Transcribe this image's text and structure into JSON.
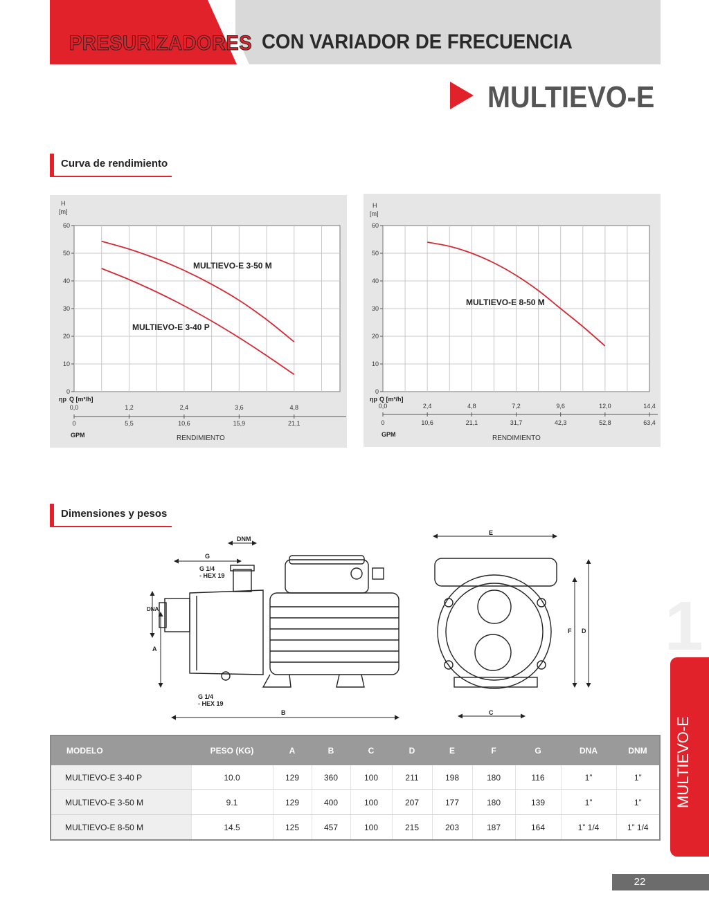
{
  "header": {
    "category": "PRESURIZADORES",
    "subtitle": "CON VARIADOR DE FRECUENCIA",
    "product": "MULTIEVO-E"
  },
  "sections": {
    "curve": "Curva de rendimiento",
    "dims": "Dimensiones y pesos"
  },
  "chart_data": [
    {
      "type": "line",
      "ylabel_line1": "H",
      "ylabel_line2": "[m]",
      "ylim": [
        0,
        60
      ],
      "yticks": [
        "60",
        "50",
        "40",
        "30",
        "20",
        "10",
        "0"
      ],
      "x_prefix": "ηp",
      "xlabel": "Q [m³/h]",
      "xlim": [
        0,
        5.8
      ],
      "xticks": [
        "0,0",
        "1,2",
        "2,4",
        "3,6",
        "4,8"
      ],
      "gpm_label": "GPM",
      "gpm_ticks": [
        "0",
        "5,5",
        "10,6",
        "15,9",
        "21,1"
      ],
      "footer": "RENDIMIENTO",
      "grid": true,
      "series": [
        {
          "name": "MULTIEVO-E 3-50 M",
          "x": [
            0.6,
            1.2,
            1.8,
            2.4,
            3.0,
            3.6,
            4.2,
            4.8
          ],
          "y": [
            54.3,
            51.5,
            48.0,
            43.8,
            38.8,
            33.0,
            26.0,
            18.0
          ]
        },
        {
          "name": "MULTIEVO-E 3-40 P",
          "x": [
            0.6,
            1.2,
            1.8,
            2.4,
            3.0,
            3.6,
            4.2,
            4.8
          ],
          "y": [
            44.5,
            40.5,
            36.0,
            31.0,
            25.5,
            19.5,
            13.0,
            6.2
          ]
        }
      ]
    },
    {
      "type": "line",
      "ylabel_line1": "H",
      "ylabel_line2": "[m]",
      "ylim": [
        0,
        60
      ],
      "yticks": [
        "60",
        "50",
        "40",
        "30",
        "20",
        "10",
        "0"
      ],
      "x_prefix": "ηp",
      "xlabel": "Q [m³/h]",
      "xlim": [
        0,
        14.4
      ],
      "xticks": [
        "0,0",
        "2,4",
        "4,8",
        "7,2",
        "9,6",
        "12,0",
        "14,4"
      ],
      "gpm_label": "GPM",
      "gpm_ticks": [
        "0",
        "10,6",
        "21,1",
        "31,7",
        "42,3",
        "52,8",
        "63,4"
      ],
      "footer": "RENDIMIENTO",
      "grid": true,
      "series": [
        {
          "name": "MULTIEVO-E 8-50 M",
          "x": [
            2.4,
            3.6,
            4.8,
            6.0,
            7.2,
            8.4,
            9.6,
            10.8,
            12.0
          ],
          "y": [
            54.0,
            52.5,
            50.0,
            46.5,
            42.0,
            36.5,
            30.0,
            23.5,
            16.5
          ]
        }
      ]
    }
  ],
  "diagram": {
    "dnm": "DNM",
    "dna": "DNA",
    "g": "G",
    "g14_top_1": "G 1/4",
    "g14_top_2": "- HEX 19",
    "g14_bot_1": "G 1/4",
    "g14_bot_2": "- HEX 19",
    "a": "A",
    "b": "B",
    "c": "C",
    "d": "D",
    "e": "E",
    "f": "F"
  },
  "table": {
    "headers": [
      "MODELO",
      "PESO (KG)",
      "A",
      "B",
      "C",
      "D",
      "E",
      "F",
      "G",
      "DNA",
      "DNM"
    ],
    "rows": [
      [
        "MULTIEVO-E 3-40 P",
        "10.0",
        "129",
        "360",
        "100",
        "211",
        "198",
        "180",
        "116",
        "1”",
        "1”"
      ],
      [
        "MULTIEVO-E 3-50 M",
        "9.1",
        "129",
        "400",
        "100",
        "207",
        "177",
        "180",
        "139",
        "1”",
        "1”"
      ],
      [
        "MULTIEVO-E 8-50 M",
        "14.5",
        "125",
        "457",
        "100",
        "215",
        "203",
        "187",
        "164",
        "1” 1/4",
        "1” 1/4"
      ]
    ]
  },
  "sidebar": {
    "tab_label": "MULTIEVO-E",
    "chapter": "1"
  },
  "page_number": "22",
  "colors": {
    "accent": "#e2222b",
    "header_gray": "#d9d9d9",
    "curve": "#d42a35",
    "table_header": "#9a9a9a"
  }
}
